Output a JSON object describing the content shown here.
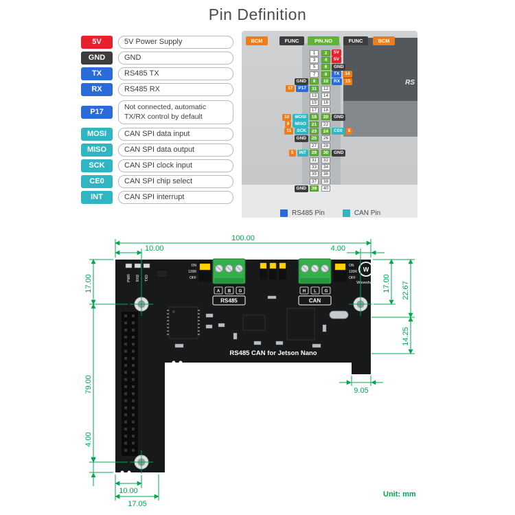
{
  "title": "Pin Definition",
  "photo_label": "RS",
  "colors": {
    "power_red": "#e7212b",
    "gnd_dark": "#3d3d3d",
    "rs485_blue": "#2b6bd9",
    "can_teal": "#2fb6c2",
    "bcm_orange": "#ee7d1b",
    "pin_green": "#62b331",
    "dimension_green": "#00a651",
    "pcb_black": "#17191b",
    "terminal_green": "#33b04a"
  },
  "legend": [
    {
      "pin": "5V",
      "type": "power",
      "desc": "5V Power Supply"
    },
    {
      "pin": "GND",
      "type": "gnd",
      "desc": "GND"
    },
    {
      "pin": "TX",
      "type": "rs485",
      "desc": "RS485 TX"
    },
    {
      "pin": "RX",
      "type": "rs485",
      "desc": "RS485 RX"
    },
    {
      "pin": "P17",
      "type": "rs485",
      "desc": "Not connected, automatic TX/RX control by default"
    },
    {
      "pin": "MOSI",
      "type": "can",
      "desc": "CAN SPI data input"
    },
    {
      "pin": "MISO",
      "type": "can",
      "desc": "CAN SPI data output"
    },
    {
      "pin": "SCK",
      "type": "can",
      "desc": "CAN SPI clock input"
    },
    {
      "pin": "CE0",
      "type": "can",
      "desc": "CAN SPI chip select"
    },
    {
      "pin": "INT",
      "type": "can",
      "desc": "CAN SPI interrupt"
    }
  ],
  "pin_header": [
    {
      "label": "BCM",
      "type": "bcm"
    },
    {
      "label": "FUNC",
      "type": "func"
    },
    {
      "label": "PIN.NO",
      "type": "pinno"
    },
    {
      "label": "FUNC",
      "type": "func"
    },
    {
      "label": "BCM",
      "type": "bcm"
    }
  ],
  "pin_rows": [
    {
      "left_num": 1,
      "right_num": 2,
      "left": [],
      "right": [
        {
          "t": "5V",
          "c": "power"
        }
      ]
    },
    {
      "left_num": 3,
      "right_num": 4,
      "left": [],
      "right": [
        {
          "t": "5V",
          "c": "power"
        }
      ]
    },
    {
      "left_num": 5,
      "right_num": 6,
      "left": [],
      "right": [
        {
          "t": "GND",
          "c": "gnd"
        }
      ]
    },
    {
      "left_num": 7,
      "right_num": 8,
      "left": [],
      "right": [
        {
          "t": "TX",
          "c": "rs485"
        },
        {
          "t": "14",
          "c": "bcm"
        }
      ]
    },
    {
      "left_num": 9,
      "right_num": 10,
      "left": [
        {
          "t": "GND",
          "c": "gnd"
        }
      ],
      "right": [
        {
          "t": "RX",
          "c": "rs485"
        },
        {
          "t": "15",
          "c": "bcm"
        }
      ]
    },
    {
      "left_num": 11,
      "right_num": 12,
      "left": [
        {
          "t": "17",
          "c": "bcm"
        },
        {
          "t": "P17",
          "c": "rs485"
        }
      ],
      "right": []
    },
    {
      "left_num": 13,
      "right_num": 14,
      "left": [],
      "right": []
    },
    {
      "left_num": 15,
      "right_num": 16,
      "left": [],
      "right": []
    },
    {
      "left_num": 17,
      "right_num": 18,
      "left": [],
      "right": []
    },
    {
      "left_num": 19,
      "right_num": 20,
      "left": [
        {
          "t": "10",
          "c": "bcm"
        },
        {
          "t": "MOSI",
          "c": "can"
        }
      ],
      "right": [
        {
          "t": "GND",
          "c": "gnd"
        }
      ]
    },
    {
      "left_num": 21,
      "right_num": 22,
      "left": [
        {
          "t": "9",
          "c": "bcm"
        },
        {
          "t": "MISO",
          "c": "can"
        }
      ],
      "right": []
    },
    {
      "left_num": 23,
      "right_num": 24,
      "left": [
        {
          "t": "11",
          "c": "bcm"
        },
        {
          "t": "SCK",
          "c": "can"
        }
      ],
      "right": [
        {
          "t": "CE0",
          "c": "can"
        },
        {
          "t": "8",
          "c": "bcm"
        }
      ]
    },
    {
      "left_num": 25,
      "right_num": 26,
      "left": [
        {
          "t": "GND",
          "c": "gnd"
        }
      ],
      "right": []
    },
    {
      "left_num": 27,
      "right_num": 28,
      "left": [],
      "right": []
    },
    {
      "left_num": 29,
      "right_num": 30,
      "left": [
        {
          "t": "5",
          "c": "bcm"
        },
        {
          "t": "INT",
          "c": "can"
        }
      ],
      "right": [
        {
          "t": "GND",
          "c": "gnd"
        }
      ]
    },
    {
      "left_num": 31,
      "right_num": 32,
      "left": [],
      "right": []
    },
    {
      "left_num": 33,
      "right_num": 34,
      "left": [],
      "right": []
    },
    {
      "left_num": 35,
      "right_num": 36,
      "left": [],
      "right": []
    },
    {
      "left_num": 37,
      "right_num": 38,
      "left": [],
      "right": []
    },
    {
      "left_num": 39,
      "right_num": 40,
      "left": [
        {
          "t": "GND",
          "c": "gnd"
        }
      ],
      "right": []
    }
  ],
  "pin_legend": [
    {
      "label": "RS485 Pin",
      "type": "rs485"
    },
    {
      "label": "CAN Pin",
      "type": "can"
    }
  ],
  "board": {
    "silkscreen": {
      "rs485": "RS485",
      "can": "CAN",
      "rs485_pins": [
        "A",
        "B",
        "G"
      ],
      "can_pins": [
        "H",
        "L",
        "G"
      ],
      "jumper": [
        "ON",
        "120R",
        "OFF"
      ],
      "leds": [
        "PWR",
        "RXD",
        "TXD"
      ],
      "product": "RS485 CAN for Jetson Nano",
      "brand": "Waveshare",
      "brand_initial": "W"
    },
    "dimensions": {
      "top_width": "100.00",
      "top_left": "10.00",
      "top_right": "4.00",
      "left_upper": "17.00",
      "left_main": "79.00",
      "left_lower": "4.00",
      "right_upper": "17.00",
      "right_mid": "22.67",
      "right_lower": "14.25",
      "tab_width": "9.05",
      "bottom_hole": "10.00",
      "bottom_edge": "17.05"
    },
    "unit": "Unit: mm"
  }
}
